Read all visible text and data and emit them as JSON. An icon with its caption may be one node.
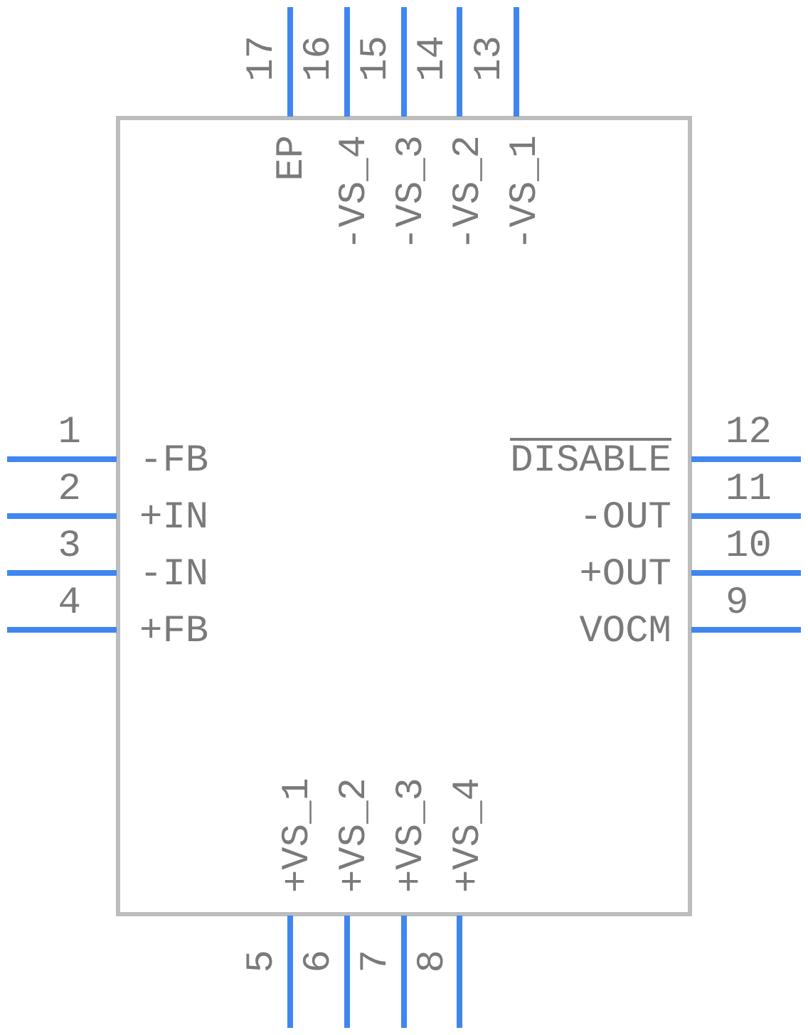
{
  "diagram": {
    "labels": [
      "17",
      "16",
      "15",
      "14",
      "13",
      "EP",
      "-VS_4",
      "-VS_3",
      "-VS_2",
      "-VS_1",
      "1",
      "-FB",
      "DISABLE",
      "12",
      "2",
      "+IN",
      "-OUT",
      "11",
      "3",
      "-IN",
      "+OUT",
      "10",
      "4",
      "+FB",
      "VOCM",
      "9",
      "+VS_1",
      "+VS_2",
      "+VS_3",
      "+VS_4",
      "5",
      "6",
      "7",
      "8"
    ]
  }
}
